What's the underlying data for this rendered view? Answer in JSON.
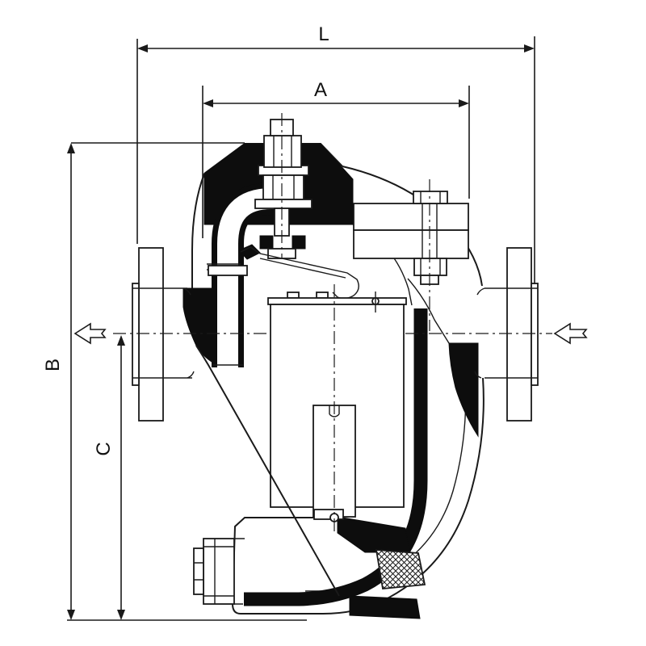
{
  "drawing": {
    "kind": "valve-cross-section-technical-drawing",
    "dimension_labels": {
      "L": "L",
      "A": "A",
      "B": "B",
      "C": "C"
    },
    "flow": {
      "left_arrow_icon": "flow-direction-arrow-left",
      "right_arrow_icon": "flow-direction-arrow-left",
      "direction": "right-to-left"
    },
    "colors": {
      "line": "#1a1a1a",
      "section_fill": "#0d0d0d",
      "background": "#ffffff"
    }
  }
}
